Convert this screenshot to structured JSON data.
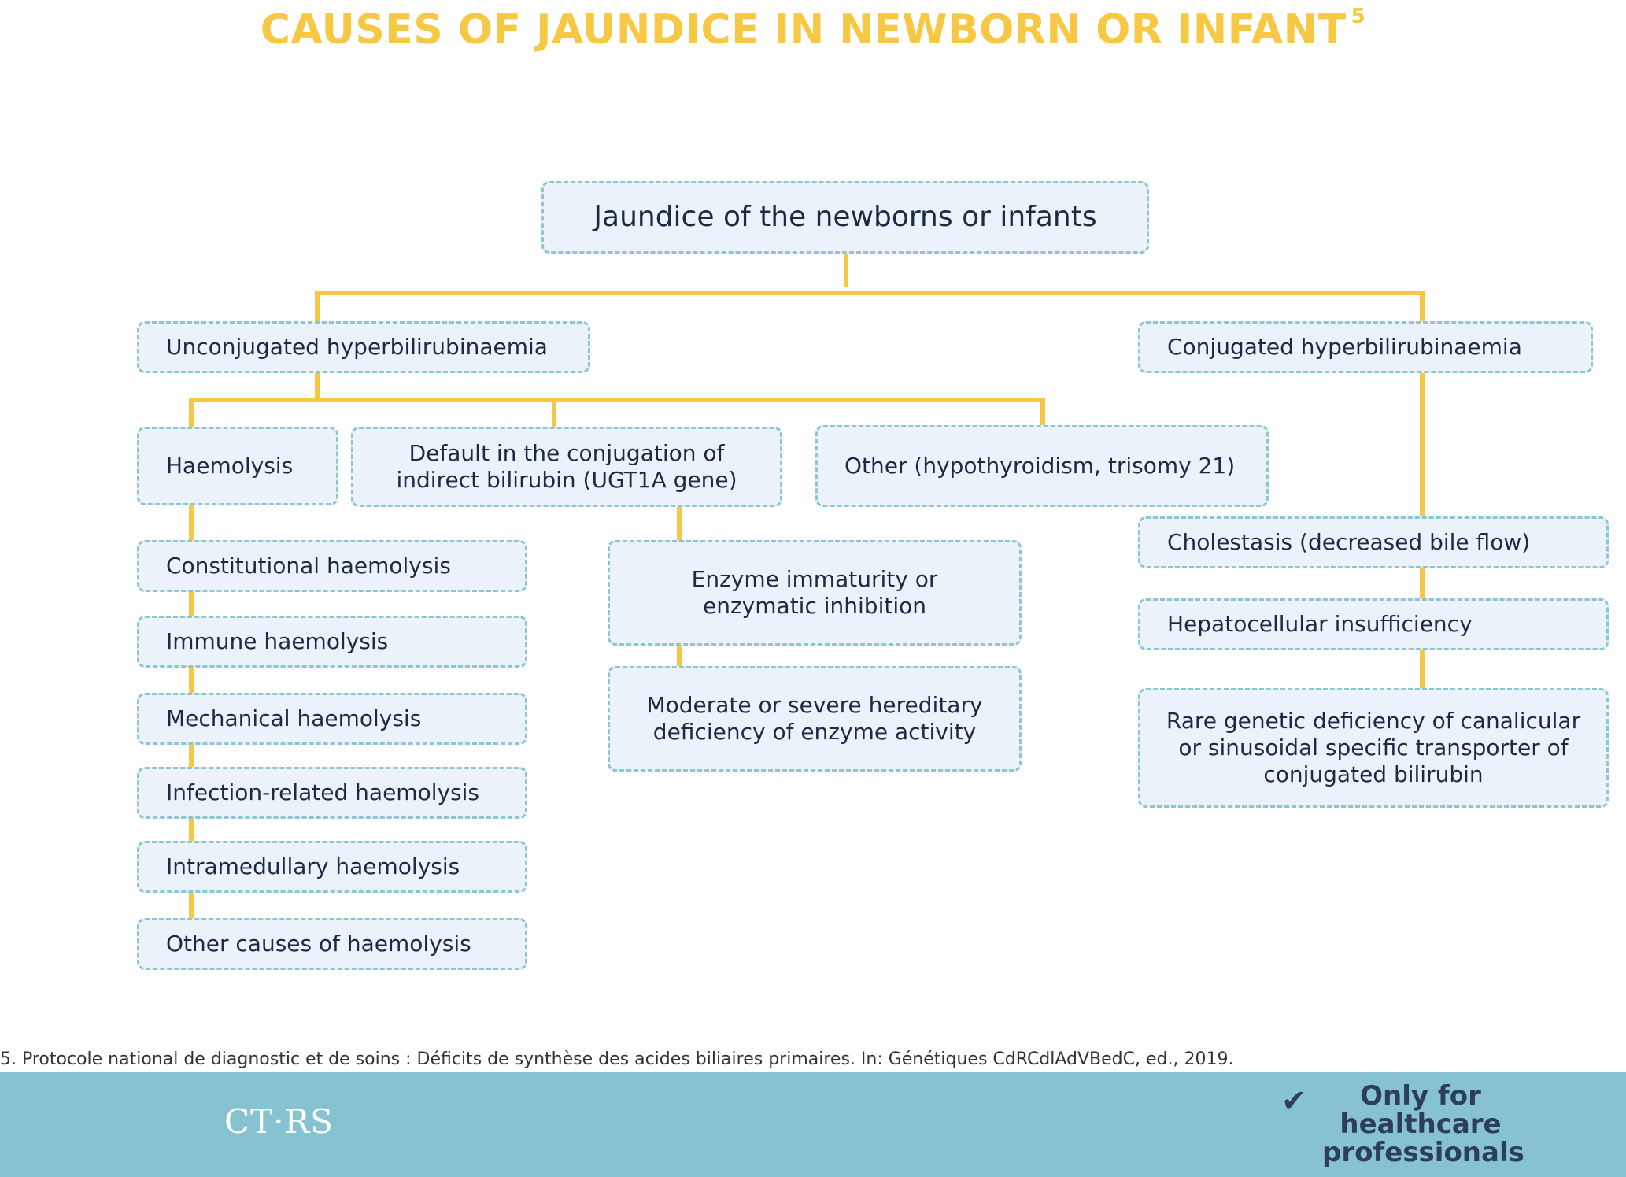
{
  "title": {
    "text": "CAUSES OF JAUNDICE IN NEWBORN OR INFANT",
    "sup": "5"
  },
  "nodes": {
    "root": "Jaundice of the newborns or infants",
    "unconjugated": "Unconjugated hyperbilirubinaemia",
    "conjugated": "Conjugated hyperbilirubinaemia",
    "haemolysis": "Haemolysis",
    "default_conjugation_line1": "Default in the conjugation of",
    "default_conjugation_line2": "indirect bilirubin (UGT1A gene)",
    "other_unconj": "Other (hypothyroidism, trisomy 21)",
    "haemolysis_types": [
      "Constitutional haemolysis",
      "Immune haemolysis",
      "Mechanical haemolysis",
      "Infection-related haemolysis",
      "Intramedullary haemolysis",
      "Other causes of haemolysis"
    ],
    "enzyme_immaturity_line1": "Enzyme immaturity or",
    "enzyme_immaturity_line2": "enzymatic inhibition",
    "hereditary_line1": "Moderate or severe hereditary",
    "hereditary_line2": "deficiency of enzyme activity",
    "cholestasis": "Cholestasis (decreased bile flow)",
    "hepatocellular": "Hepatocellular insufficiency",
    "rare_genetic_line1": "Rare genetic deficiency of canalicular",
    "rare_genetic_line2": "or sinusoidal specific transporter of",
    "rare_genetic_line3": "conjugated bilirubin"
  },
  "footnote": "5. Protocole national de diagnostic et de soins : Déficits de synthèse des acides biliaires primaires. In: Génétiques CdRCdlAdVBedC, ed., 2019.",
  "footer": {
    "logo": "CT·RS",
    "hcp_line1": "Only for",
    "hcp_line2": "healthcare",
    "hcp_line3": "professionals",
    "check_icon": "checkmark-icon"
  },
  "colors": {
    "title": "#f7c844",
    "connector": "#f7c844",
    "box_fill": "#ebf2f9",
    "box_border": "#8cc7d1",
    "footer_bg": "#86c2cf",
    "text": "#1c2a44"
  }
}
